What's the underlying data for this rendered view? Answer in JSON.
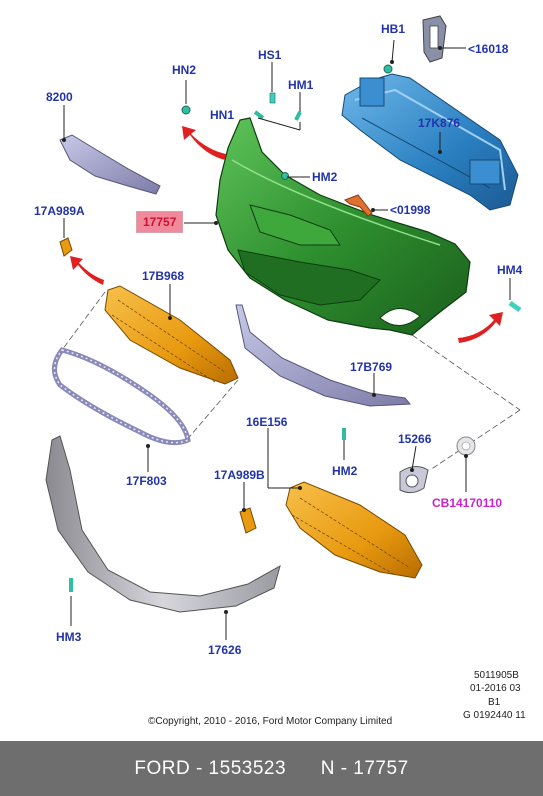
{
  "diagram": {
    "labels": {
      "hb1": "HB1",
      "p16018": "<16018",
      "hs1": "HS1",
      "hn2": "HN2",
      "hm1": "HM1",
      "hn1": "HN1",
      "p8200": "8200",
      "p17k876": "17K876",
      "hm2_top": "HM2",
      "p17757": "17757",
      "p01998": "<01998",
      "p17a989a": "17A989A",
      "hm4": "HM4",
      "p17b968": "17B968",
      "p17b769": "17B769",
      "p16e156": "16E156",
      "p15266": "15266",
      "p17a989b": "17A989B",
      "hm2_bottom": "HM2",
      "cb": "CB14170110",
      "p17f803": "17F803",
      "hm3": "HM3",
      "p17626": "17626"
    },
    "copyright": "©Copyright, 2010 - 2016, Ford Motor Company Limited",
    "ref": {
      "line1": "5011905B",
      "line2": "01-2016 03",
      "line3": "B1",
      "line4": "G 0192440 11"
    }
  },
  "footer": {
    "text": "FORD - 1553523      N - 17757"
  },
  "colors": {
    "label": "#2233aa",
    "highlight_bg": "#f08a9a",
    "highlight_text": "#cc1133",
    "magenta": "#cc22cc",
    "bumper": "#2e8f2e",
    "beam": "#2a7fc0",
    "orange": "#e89a10",
    "grey": "#b0b0b8",
    "arrow": "#e02020",
    "footer_bg": "#6e6e6e"
  }
}
